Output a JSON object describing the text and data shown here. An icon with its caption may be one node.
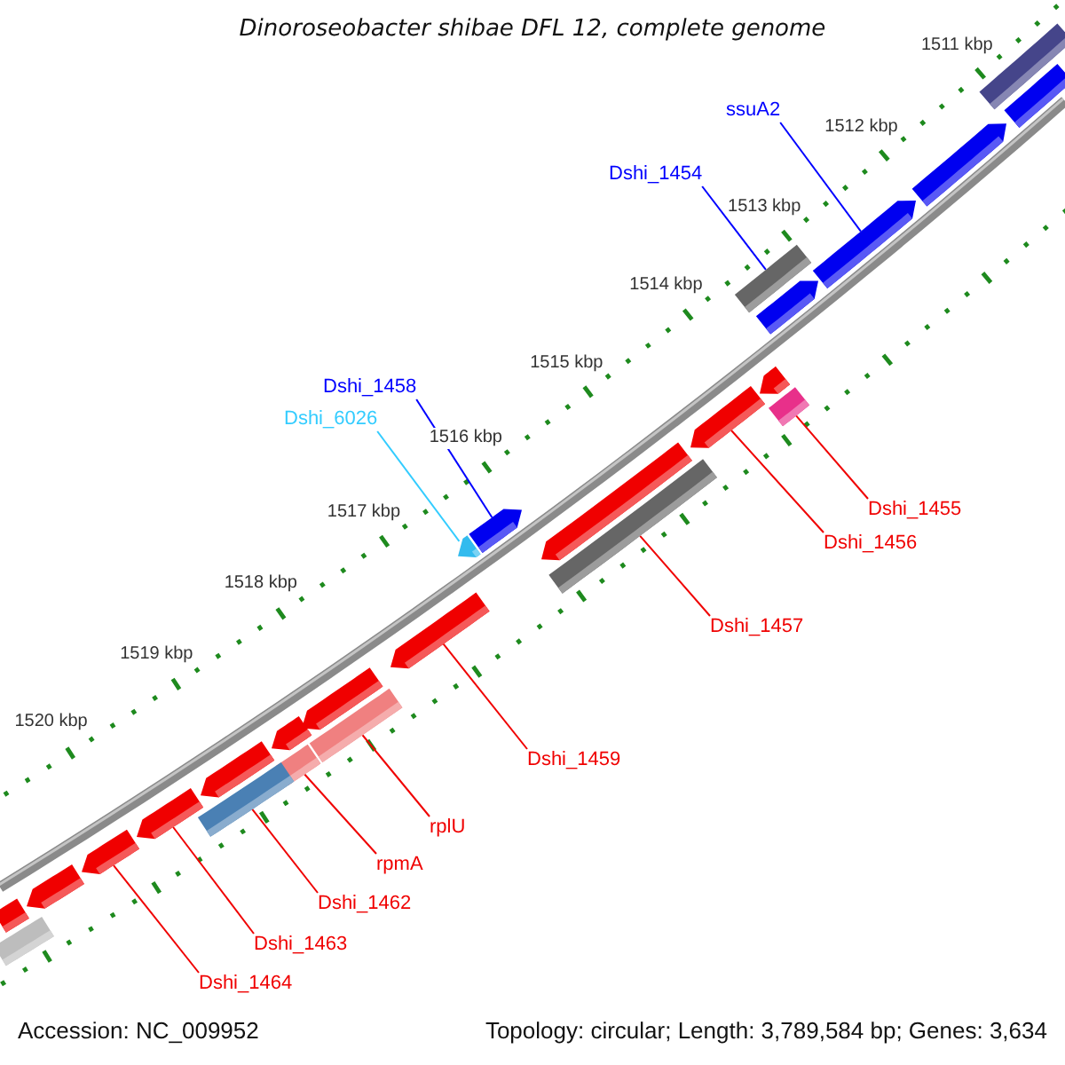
{
  "diagram": {
    "title": "Dinoroseobacter shibae DFL 12, complete genome",
    "nodes": [
      {
        "text": [
          "ssuA2"
        ]
      },
      {
        "text": [
          "Dshi_1454"
        ]
      },
      {
        "text": [
          "Dshi_1458"
        ]
      },
      {
        "text": [
          "Dshi_6026"
        ]
      },
      {
        "text": [
          "Dshi_1455"
        ]
      },
      {
        "text": [
          "Dshi_1456"
        ]
      },
      {
        "text": [
          "Dshi_1457"
        ]
      },
      {
        "text": [
          "Dshi_1459"
        ]
      },
      {
        "text": [
          "rplU"
        ]
      },
      {
        "text": [
          "rpmA"
        ]
      },
      {
        "text": [
          "Dshi_1462"
        ]
      },
      {
        "text": [
          "Dshi_1463"
        ]
      },
      {
        "text": [
          "Dshi_1464"
        ]
      },
      {
        "text": [],
        "shape": "arrow"
      },
      {
        "text": [],
        "shape": "box"
      },
      {
        "text": [],
        "shape": "arrow"
      },
      {
        "text": [],
        "shape": "arrow"
      },
      {
        "text": [],
        "shape": "box"
      },
      {
        "text": [],
        "shape": "arrow"
      },
      {
        "text": [],
        "shape": "box"
      },
      {
        "text": [],
        "shape": "arrow"
      },
      {
        "text": [],
        "shape": "box"
      },
      {
        "text": [],
        "shape": "box"
      },
      {
        "text": [],
        "shape": "box"
      },
      {
        "text": [],
        "shape": "arrow"
      },
      {
        "text": [],
        "shape": "arrow"
      },
      {
        "text": [],
        "shape": "box"
      },
      {
        "text": [],
        "shape": "box"
      },
      {
        "text": [],
        "shape": "arrow"
      },
      {
        "text": [],
        "shape": "arrow"
      },
      {
        "text": [],
        "shape": "arrow"
      },
      {
        "text": [],
        "shape": "arrow"
      },
      {
        "text": [],
        "shape": "arrow"
      },
      {
        "text": [],
        "shape": "arrow"
      },
      {
        "text": [],
        "shape": "arrow"
      },
      {
        "text": [],
        "shape": "arrow"
      },
      {
        "text": [],
        "shape": "box"
      },
      {
        "text": [],
        "shape": "box"
      }
    ],
    "edges": [
      {
        "from": 0,
        "to": 13,
        "arrow": "none",
        "color": "#0000ff"
      },
      {
        "from": 1,
        "to": 14,
        "arrow": "none",
        "color": "#0000ff"
      },
      {
        "from": 2,
        "to": 15,
        "arrow": "none",
        "color": "#0000ff"
      },
      {
        "from": 3,
        "to": 16,
        "arrow": "none",
        "color": "#33ccff"
      },
      {
        "from": 4,
        "to": 17,
        "arrow": "none"
      },
      {
        "from": 5,
        "to": 18,
        "arrow": "none"
      },
      {
        "from": 6,
        "to": 19,
        "arrow": "none"
      },
      {
        "from": 7,
        "to": 20,
        "arrow": "none"
      },
      {
        "from": 8,
        "to": 21,
        "arrow": "none"
      },
      {
        "from": 9,
        "to": 22,
        "arrow": "none"
      },
      {
        "from": 10,
        "to": 23,
        "arrow": "none"
      },
      {
        "from": 11,
        "to": 24,
        "arrow": "none"
      },
      {
        "from": 12,
        "to": 25,
        "arrow": "none"
      }
    ],
    "labels": [
      "1511 kbp",
      "1512 kbp",
      "1513 kbp",
      "1514 kbp",
      "1515 kbp",
      "1516 kbp",
      "1517 kbp",
      "1518 kbp",
      "1519 kbp",
      "1520 kbp",
      "Accession: NC_009952",
      "Topology: circular; Length: 3,789,584 bp; Genes: 3,634"
    ]
  }
}
